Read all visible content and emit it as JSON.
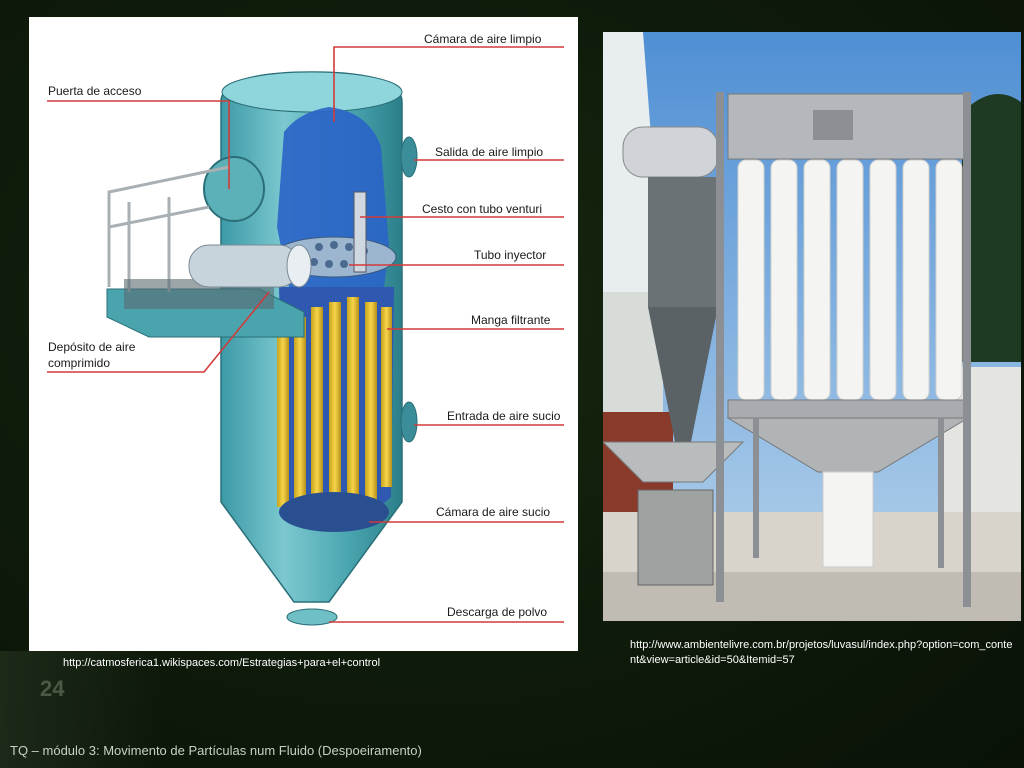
{
  "diagram": {
    "labels": {
      "camara_aire_limpio": "Cámara  de aire limpio",
      "puerta_acceso": "Puerta de acceso",
      "salida_aire_limpio": "Salida de aire limpio",
      "cesto_tubo_venturi": "Cesto con tubo venturi",
      "tubo_inyector": "Tubo inyector",
      "manga_filtrante": "Manga filtrante",
      "deposito_line1": "Depósito de aire",
      "deposito_line2": "comprimido",
      "entrada_aire_sucio": "Entrada de aire sucio",
      "camara_aire_sucio": "Cámara de aire sucio",
      "descarga_polvo": "Descarga de polvo"
    },
    "source": "http://catmosferica1.wikispaces.com/Estrategias+para+el+control"
  },
  "photo": {
    "source": "http://www.ambientelivre.com.br/projetos/luvasul/index.php?option=com_content&view=article&id=50&Itemid=57"
  },
  "slide": {
    "number": "24",
    "footer": "TQ – módulo 3: Movimento de Partículas num Fluido (Despoeiramento)"
  }
}
